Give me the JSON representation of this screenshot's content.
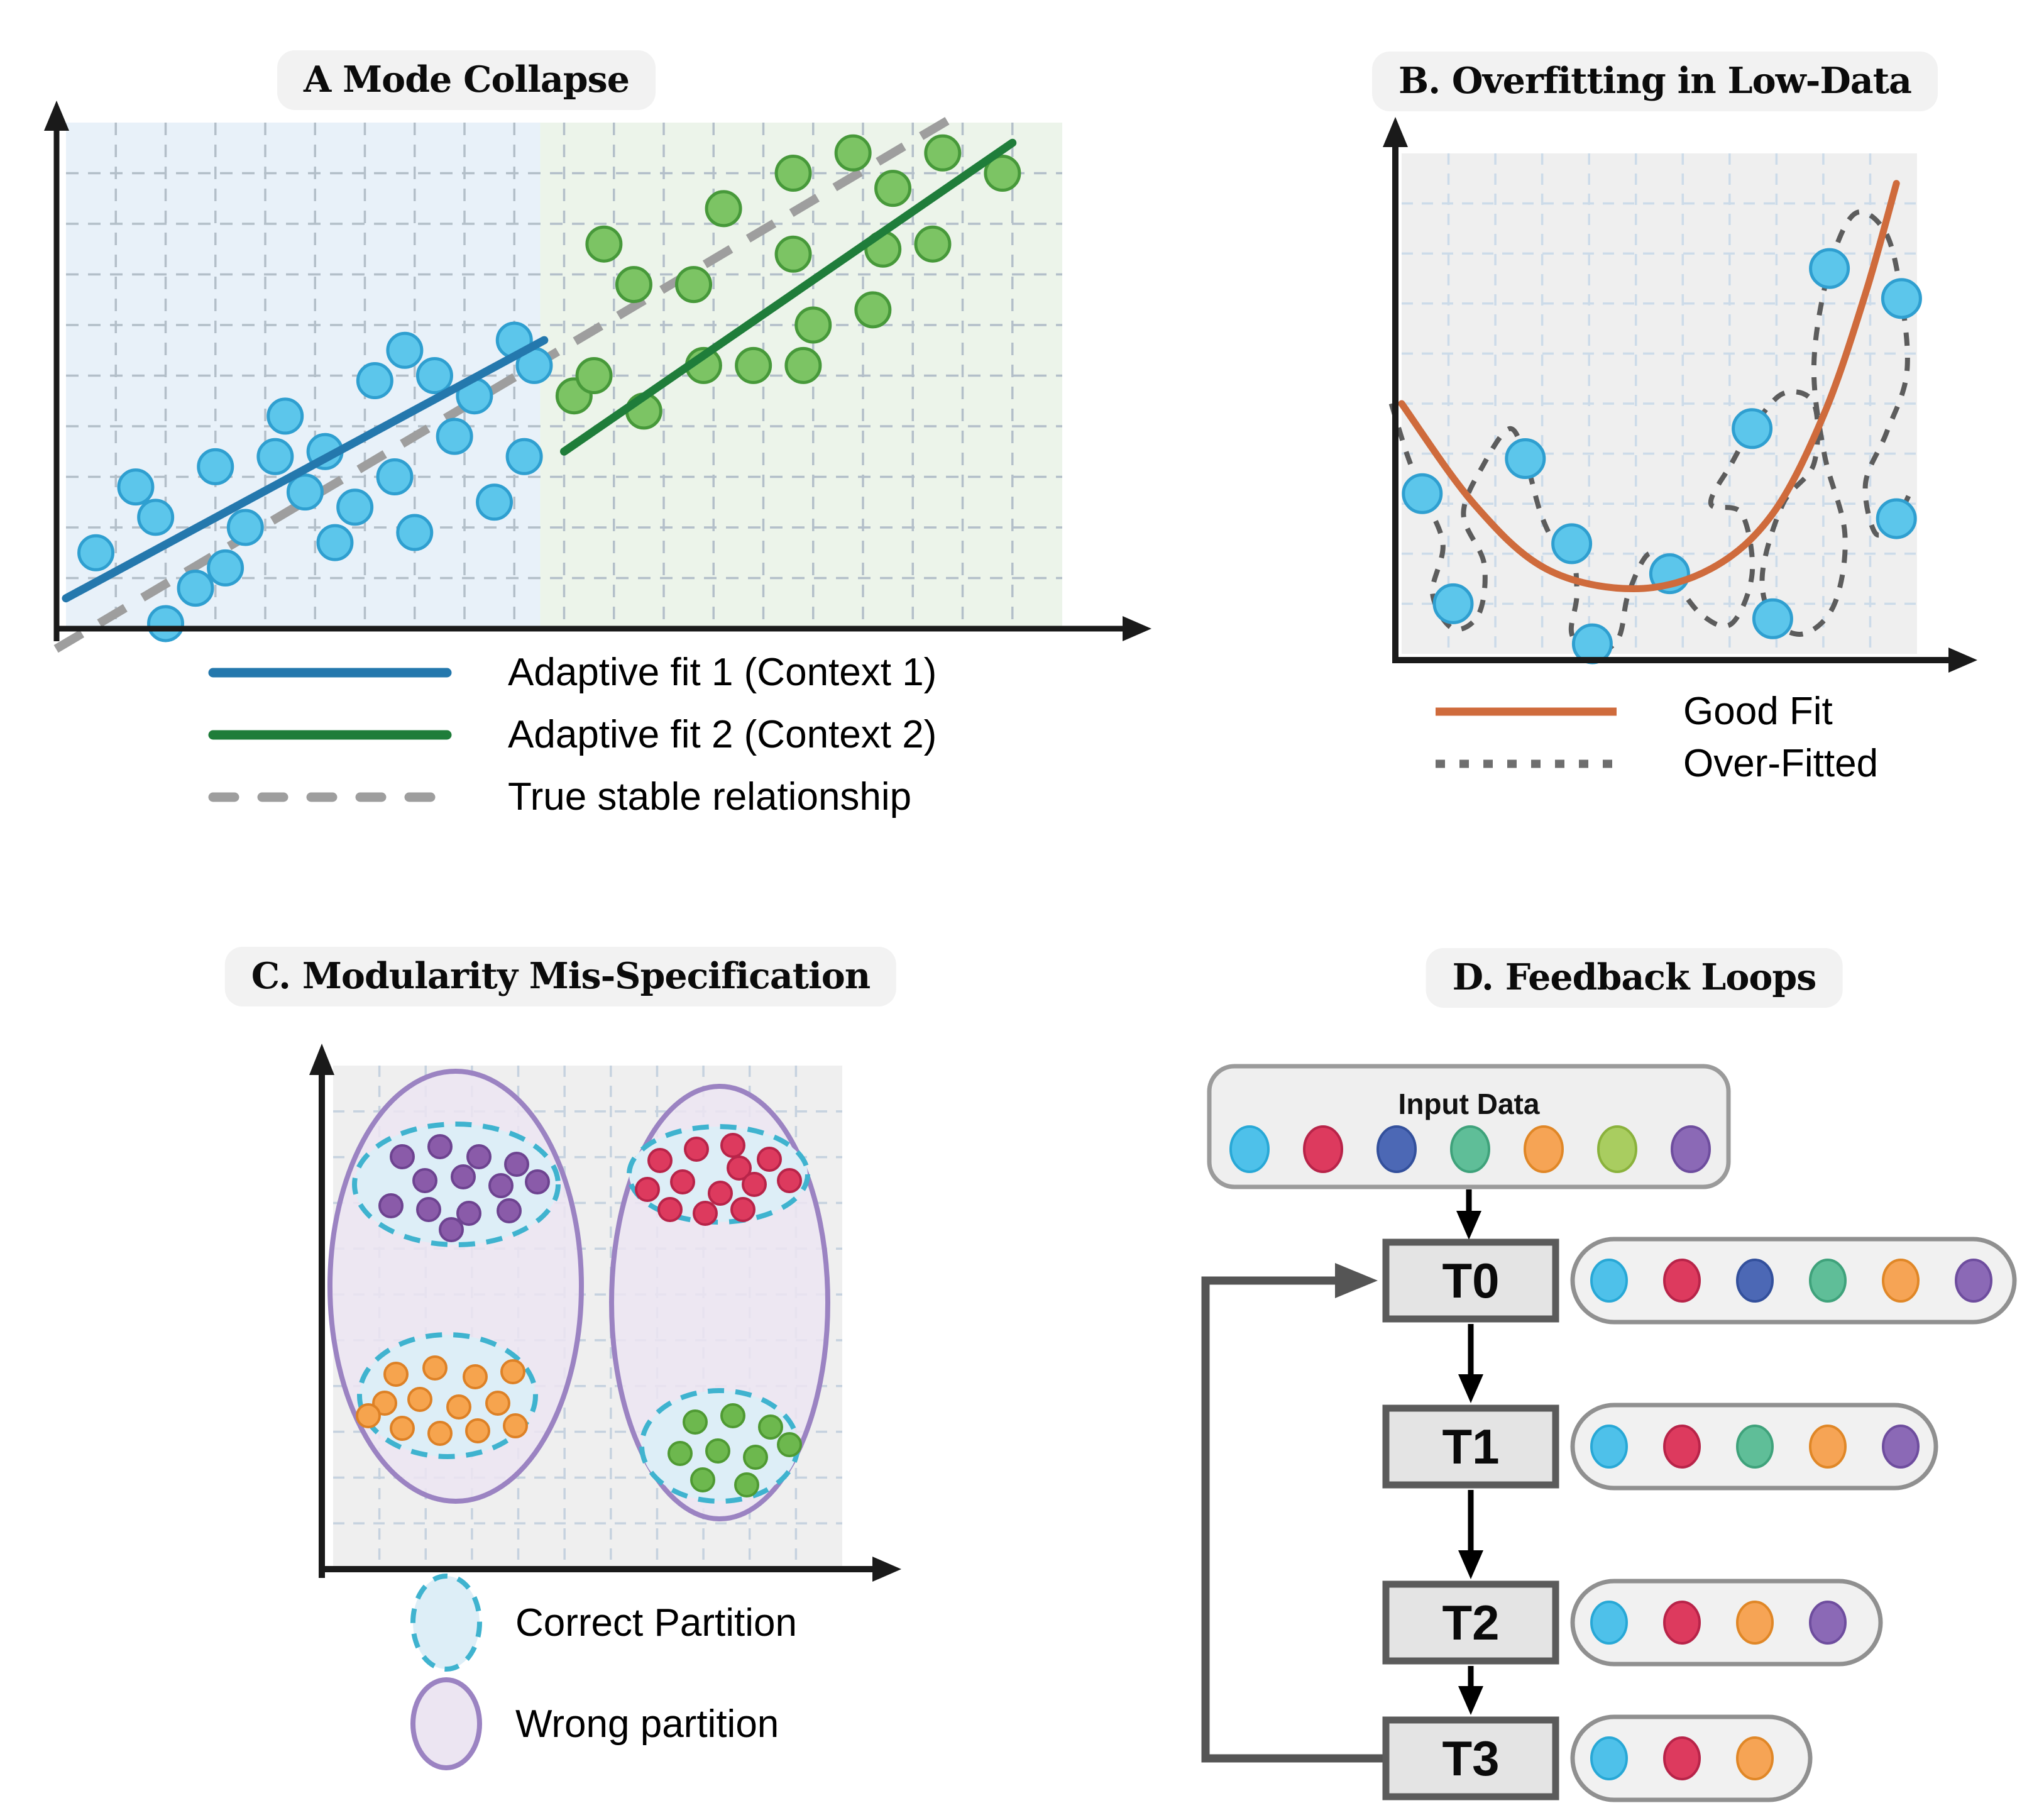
{
  "colors": {
    "axis": "#1a1a1a",
    "blue_line": "#2478ad",
    "green_line": "#1f7d3a",
    "gray_dash": "#9e9e9e",
    "blue_dot_fill": "#5cc6eb",
    "blue_dot_stroke": "#2f9fd0",
    "green_dot_fill": "#7cc464",
    "green_dot_stroke": "#47993a",
    "orange_curve": "#cf6b3c",
    "overfit_dash": "#5c5c5c",
    "legend_dot_gray": "#6e6e6e",
    "bg_a_left": "#e8f1f9",
    "bg_a_right": "#ecf4ea",
    "bg_b": "#efefef",
    "bg_c": "#efefef",
    "grid_a": "#b3bfc9",
    "grid_b": "#ccdbe9",
    "grid_c": "#c6d2df",
    "correct_fill": "#ddeef7",
    "correct_stroke": "#3fb3cf",
    "wrong_fill": "#ece5f2",
    "wrong_stroke": "#9b83c2",
    "cluster": {
      "purple": {
        "fill": "#8a5ba9",
        "stroke": "#6d4390"
      },
      "red": {
        "fill": "#dd3a5e",
        "stroke": "#b82449"
      },
      "orange": {
        "fill": "#f6a44e",
        "stroke": "#dd8126"
      },
      "green": {
        "fill": "#6db84e",
        "stroke": "#4f9a33"
      }
    },
    "d_palette": {
      "cyan": {
        "fill": "#4ec1ea",
        "stroke": "#28a8d6"
      },
      "crimson": {
        "fill": "#dd3a5e",
        "stroke": "#b82449"
      },
      "indigo": {
        "fill": "#4c68b5",
        "stroke": "#33509c"
      },
      "teal": {
        "fill": "#5fbe98",
        "stroke": "#3fa27b"
      },
      "orange": {
        "fill": "#f6a455",
        "stroke": "#e08727"
      },
      "yellowgreen": {
        "fill": "#a9cd60",
        "stroke": "#8ab23c"
      },
      "purple": {
        "fill": "#8b69b6",
        "stroke": "#6e4d9e"
      }
    },
    "box_fill": "#e4e4e4",
    "box_stroke": "#5b5b5b",
    "pill_fill": "#f1f1f1",
    "pill_stroke": "#909090",
    "input_fill": "#efefef",
    "input_stroke": "#9b9b9b",
    "loop": "#555555",
    "title_bg": "#f2f2f2"
  },
  "panels": {
    "a": {
      "title": "A Mode Collapse",
      "legend": [
        {
          "label": "Adaptive fit 1 (Context 1)",
          "style": "solid",
          "color_key": "blue_line"
        },
        {
          "label": "Adaptive fit 2 (Context 2)",
          "style": "solid",
          "color_key": "green_line"
        },
        {
          "label": "True stable relationship",
          "style": "dashed",
          "color_key": "gray_dash"
        }
      ]
    },
    "b": {
      "title": "B. Overfitting in Low-Data",
      "legend": [
        {
          "label": "Good Fit",
          "style": "solid",
          "color_key": "orange_curve"
        },
        {
          "label": "Over-Fitted",
          "style": "dotted",
          "color_key": "legend_dot_gray"
        }
      ]
    },
    "c": {
      "title": "C. Modularity Mis-Specification",
      "legend": [
        {
          "label": "Correct Partition",
          "swatch": "dashed-ellipse"
        },
        {
          "label": "Wrong partition",
          "swatch": "solid-ellipse"
        }
      ]
    },
    "d": {
      "title": "D. Feedback Loops",
      "input_label": "Input Data",
      "input_dots": [
        "cyan",
        "crimson",
        "indigo",
        "teal",
        "orange",
        "yellowgreen",
        "purple"
      ],
      "stages": [
        {
          "label": "T0",
          "dots": [
            "cyan",
            "crimson",
            "indigo",
            "teal",
            "orange",
            "purple"
          ]
        },
        {
          "label": "T1",
          "dots": [
            "cyan",
            "crimson",
            "teal",
            "orange",
            "purple"
          ]
        },
        {
          "label": "T2",
          "dots": [
            "cyan",
            "crimson",
            "orange",
            "purple"
          ]
        },
        {
          "label": "T3",
          "dots": [
            "cyan",
            "crimson",
            "orange"
          ]
        }
      ]
    }
  },
  "chart_data": [
    {
      "panel": "A",
      "type": "scatter",
      "title": "A Mode Collapse",
      "xlabel": "",
      "ylabel": "",
      "axis_ticks": "none",
      "grid": "dashed",
      "background_split_x": 47.6,
      "series": [
        {
          "name": "Context 1 data",
          "color": "blue",
          "points": [
            [
              3,
              15
            ],
            [
              7,
              28
            ],
            [
              9,
              22
            ],
            [
              10,
              1
            ],
            [
              13,
              8
            ],
            [
              15,
              32
            ],
            [
              16,
              12
            ],
            [
              18,
              20
            ],
            [
              21,
              34
            ],
            [
              22,
              42
            ],
            [
              24,
              27
            ],
            [
              26,
              35
            ],
            [
              27,
              17
            ],
            [
              29,
              24
            ],
            [
              31,
              49
            ],
            [
              33,
              30
            ],
            [
              34,
              55
            ],
            [
              35,
              19
            ],
            [
              37,
              50
            ],
            [
              39,
              38
            ],
            [
              41,
              46
            ],
            [
              43,
              25
            ],
            [
              45,
              57
            ],
            [
              46,
              34
            ],
            [
              47,
              52
            ]
          ]
        },
        {
          "name": "Context 2 data",
          "color": "green",
          "points": [
            [
              51,
              46
            ],
            [
              53,
              50
            ],
            [
              54,
              76
            ],
            [
              57,
              68
            ],
            [
              58,
              43
            ],
            [
              63,
              68
            ],
            [
              64,
              52
            ],
            [
              66,
              83
            ],
            [
              69,
              52
            ],
            [
              73,
              90
            ],
            [
              73,
              74
            ],
            [
              75,
              60
            ],
            [
              74,
              52
            ],
            [
              79,
              94
            ],
            [
              81,
              63
            ],
            [
              83,
              87
            ],
            [
              82,
              75
            ],
            [
              87,
              76
            ],
            [
              88,
              94
            ],
            [
              94,
              90
            ]
          ]
        }
      ],
      "lines": [
        {
          "name": "Adaptive fit 1 (Context 1)",
          "style": "solid",
          "from": [
            0,
            6
          ],
          "to": [
            48,
            57
          ]
        },
        {
          "name": "Adaptive fit 2 (Context 2)",
          "style": "solid",
          "from": [
            50,
            35
          ],
          "to": [
            95,
            96
          ]
        },
        {
          "name": "True stable relationship",
          "style": "dashed",
          "from": [
            -1,
            -4
          ],
          "to": [
            89,
            101
          ]
        }
      ]
    },
    {
      "panel": "B",
      "type": "scatter",
      "title": "B. Overfitting in Low-Data",
      "xlabel": "",
      "ylabel": "",
      "axis_ticks": "none",
      "grid": "dashed",
      "points": [
        [
          4,
          32
        ],
        [
          10,
          10
        ],
        [
          24,
          39
        ],
        [
          33,
          22
        ],
        [
          37,
          2
        ],
        [
          52,
          16
        ],
        [
          68,
          45
        ],
        [
          72,
          7
        ],
        [
          83,
          77
        ],
        [
          97,
          71
        ],
        [
          96,
          27
        ]
      ],
      "good_fit_curve": [
        [
          0,
          50
        ],
        [
          14,
          30
        ],
        [
          28,
          17
        ],
        [
          45,
          13
        ],
        [
          60,
          17
        ],
        [
          72,
          28
        ],
        [
          82,
          48
        ],
        [
          90,
          72
        ],
        [
          96,
          94
        ]
      ],
      "overfit_curve": [
        [
          -2,
          50
        ],
        [
          1,
          40
        ],
        [
          4,
          32
        ],
        [
          8,
          22
        ],
        [
          6,
          12
        ],
        [
          10,
          5
        ],
        [
          15,
          8
        ],
        [
          16,
          18
        ],
        [
          12,
          28
        ],
        [
          16,
          38
        ],
        [
          21,
          45
        ],
        [
          24,
          39
        ],
        [
          27,
          28
        ],
        [
          30,
          22
        ],
        [
          33,
          22
        ],
        [
          34,
          12
        ],
        [
          33,
          4
        ],
        [
          37,
          0
        ],
        [
          42,
          3
        ],
        [
          44,
          12
        ],
        [
          48,
          20
        ],
        [
          52,
          16
        ],
        [
          58,
          8
        ],
        [
          64,
          6
        ],
        [
          68,
          16
        ],
        [
          66,
          28
        ],
        [
          60,
          30
        ],
        [
          64,
          38
        ],
        [
          68,
          45
        ],
        [
          74,
          52
        ],
        [
          80,
          50
        ],
        [
          80,
          38
        ],
        [
          74,
          30
        ],
        [
          70,
          16
        ],
        [
          72,
          7
        ],
        [
          78,
          4
        ],
        [
          84,
          10
        ],
        [
          86,
          24
        ],
        [
          82,
          40
        ],
        [
          80,
          58
        ],
        [
          83,
          77
        ],
        [
          88,
          88
        ],
        [
          94,
          84
        ],
        [
          97,
          71
        ],
        [
          98,
          56
        ],
        [
          94,
          44
        ],
        [
          90,
          34
        ],
        [
          92,
          24
        ],
        [
          96,
          27
        ],
        [
          99,
          33
        ]
      ]
    },
    {
      "panel": "C",
      "type": "scatter-clusters",
      "title": "C. Modularity Mis-Specification",
      "partitions": {
        "wrong": [
          {
            "cx": 295,
            "cy": 416,
            "rx": 200,
            "ry": 342
          },
          {
            "cx": 715,
            "cy": 442,
            "rx": 172,
            "ry": 344
          }
        ],
        "correct": [
          {
            "cx": 296,
            "cy": 254,
            "rx": 162,
            "ry": 96
          },
          {
            "cx": 282,
            "cy": 590,
            "rx": 140,
            "ry": 97
          },
          {
            "cx": 713,
            "cy": 238,
            "rx": 142,
            "ry": 76
          },
          {
            "cx": 715,
            "cy": 670,
            "rx": 124,
            "ry": 88
          }
        ]
      },
      "clusters": [
        {
          "color": "purple",
          "dots": [
            [
              210,
              210
            ],
            [
              270,
              194
            ],
            [
              332,
              210
            ],
            [
              392,
              222
            ],
            [
              246,
              248
            ],
            [
              307,
              242
            ],
            [
              367,
              256
            ],
            [
              425,
              250
            ],
            [
              192,
              288
            ],
            [
              252,
              294
            ],
            [
              316,
              300
            ],
            [
              380,
              296
            ],
            [
              288,
              326
            ]
          ]
        },
        {
          "color": "red",
          "dots": [
            [
              620,
              216
            ],
            [
              678,
              198
            ],
            [
              736,
              192
            ],
            [
              746,
              228
            ],
            [
              794,
              214
            ],
            [
              600,
              262
            ],
            [
              656,
              250
            ],
            [
              716,
              268
            ],
            [
              770,
              254
            ],
            [
              826,
              248
            ],
            [
              636,
              294
            ],
            [
              692,
              300
            ],
            [
              752,
              294
            ]
          ]
        },
        {
          "color": "orange",
          "dots": [
            [
              200,
              556
            ],
            [
              262,
              546
            ],
            [
              326,
              560
            ],
            [
              386,
              552
            ],
            [
              182,
              602
            ],
            [
              238,
              596
            ],
            [
              300,
              608
            ],
            [
              362,
              602
            ],
            [
              210,
              642
            ],
            [
              270,
              650
            ],
            [
              330,
              646
            ],
            [
              390,
              638
            ],
            [
              156,
              622
            ]
          ]
        },
        {
          "color": "green",
          "dots": [
            [
              676,
              632
            ],
            [
              736,
              622
            ],
            [
              796,
              640
            ],
            [
              652,
              682
            ],
            [
              712,
              678
            ],
            [
              772,
              688
            ],
            [
              826,
              668
            ],
            [
              688,
              724
            ],
            [
              758,
              732
            ]
          ]
        }
      ]
    },
    {
      "panel": "D",
      "type": "flow",
      "title": "D. Feedback Loops",
      "input": {
        "label": "Input Data",
        "items": 7
      },
      "stage_item_counts": {
        "T0": 6,
        "T1": 5,
        "T2": 4,
        "T3": 3
      },
      "feedback_edge": "T3 -> T0"
    }
  ]
}
